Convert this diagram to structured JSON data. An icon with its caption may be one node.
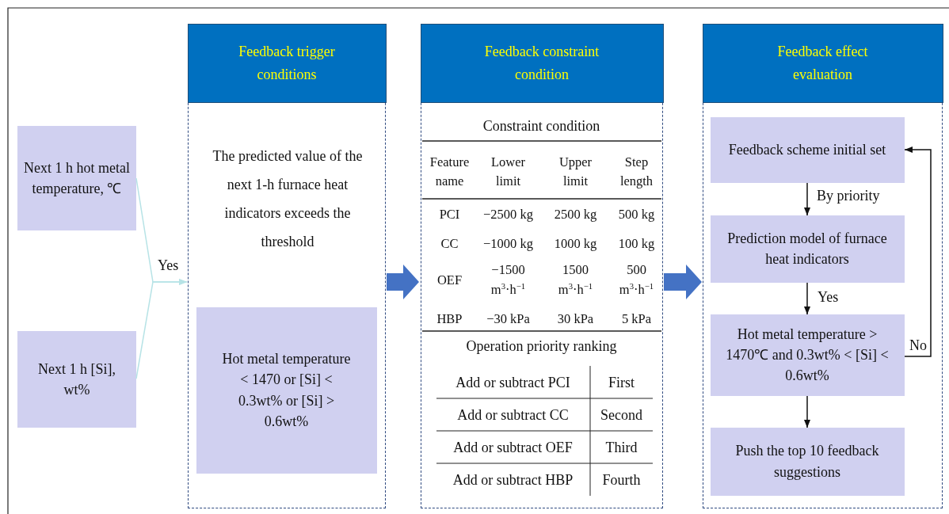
{
  "diagram": {
    "nodes": [
      {
        "text": [
          "Next 1 h hot metal temperature, ℃"
        ]
      },
      {
        "text": [
          "Next 1 h [Si], wt%"
        ]
      },
      {
        "text": [
          "Feedback trigger conditions",
          "The predicted value of the next 1-h furnace heat indicators exceeds the threshold"
        ]
      },
      {
        "text": [
          "Hot metal temperature < 1470 or [Si] < 0.3wt% or [Si] > 0.6wt%"
        ],
        "in": 2
      },
      {
        "text": [
          "Feedback constraint condition"
        ]
      },
      {
        "text": [
          "Feedback effect evaluation"
        ]
      },
      {
        "text": [
          "Feedback scheme initial set"
        ],
        "in": 5
      },
      {
        "text": [
          "Prediction model of furnace heat indicators"
        ],
        "in": 5
      },
      {
        "text": [
          "Hot metal temperature > 1470℃ and 0.3wt% < [Si] < 0.6wt%"
        ],
        "in": 5
      },
      {
        "text": [
          "Push the top 10 feedback suggestions"
        ],
        "in": 5
      }
    ],
    "edges": [
      {
        "from": 0,
        "to": 2,
        "arrow": "to",
        "label": "Yes",
        "color": "#b7e3e6"
      },
      {
        "from": 1,
        "to": 2,
        "arrow": "to",
        "color": "#b7e3e6"
      },
      {
        "from": 2,
        "to": 4,
        "arrow": "to",
        "style": "thick",
        "color": "#4472c4"
      },
      {
        "from": 4,
        "to": 5,
        "arrow": "to",
        "style": "thick",
        "color": "#4472c4"
      },
      {
        "from": 6,
        "to": 7,
        "arrow": "to",
        "label": "By priority"
      },
      {
        "from": 7,
        "to": 8,
        "arrow": "to",
        "label": "Yes"
      },
      {
        "from": 8,
        "to": 9,
        "arrow": "to"
      },
      {
        "from": 8,
        "to": 6,
        "arrow": "to",
        "label": "No"
      }
    ],
    "labels": [
      "Constraint condition",
      "Feature name",
      "Lower limit",
      "Upper limit",
      "Step length",
      "PCI",
      "−2500 kg",
      "2500 kg",
      "500 kg",
      "CC",
      "−1000 kg",
      "1000 kg",
      "100 kg",
      "OEF",
      "−1500 m$^{3}$·h$^{−1}$",
      "1500 m$^{3}$·h$^{−1}$",
      "500 m$^{3}$·h$^{−1}$",
      "HBP",
      "−30 kPa",
      "30 kPa",
      "5 kPa",
      "Operation priority ranking",
      "Add or subtract PCI",
      "First",
      "Add or subtract CC",
      "Second",
      "Add or subtract OEF",
      "Third",
      "Add or subtract HBP",
      "Fourth"
    ]
  }
}
